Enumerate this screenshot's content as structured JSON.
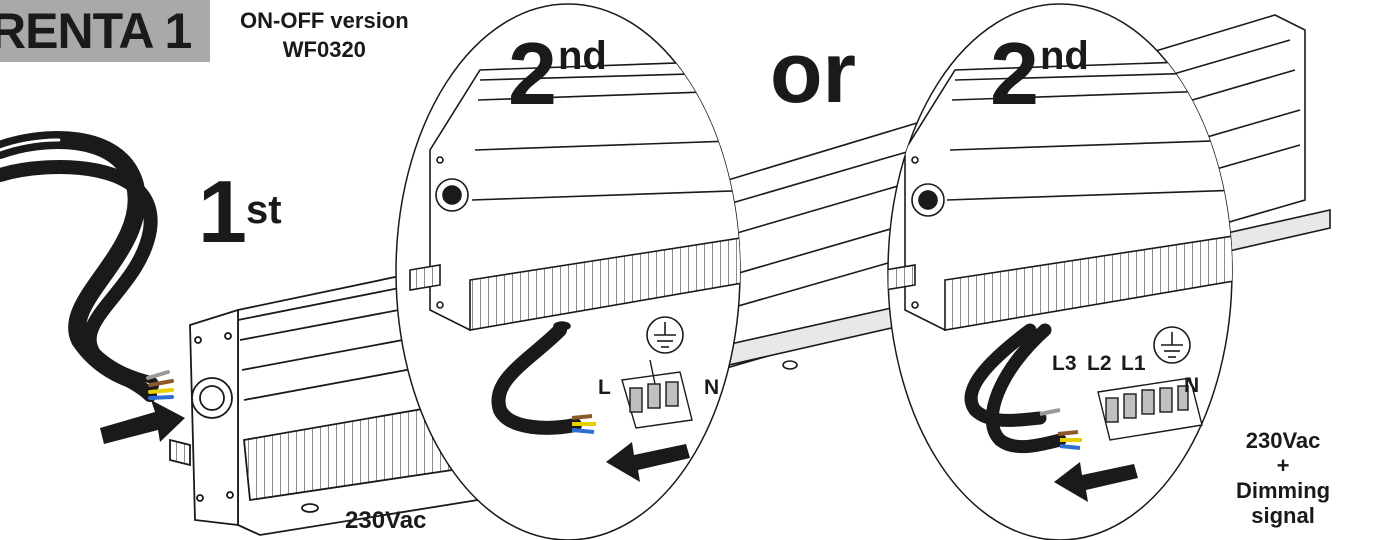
{
  "header": {
    "title": "RENTA 1",
    "version_line1": "ON-OFF version",
    "version_line2": "WF0320"
  },
  "steps": {
    "first": {
      "num": "1",
      "sup": "st"
    },
    "second_a": {
      "num": "2",
      "sup": "nd"
    },
    "second_b": {
      "num": "2",
      "sup": "nd"
    },
    "or_label": "or"
  },
  "terminals_a": {
    "live": "L",
    "neutral": "N"
  },
  "terminals_b": {
    "l3": "L3",
    "l2": "L2",
    "l1": "L1",
    "neutral": "N"
  },
  "supply": {
    "onoff": "230Vac",
    "dim_line1": "230Vac",
    "dim_line2": "+",
    "dim_line3": "Dimming",
    "dim_line4": "signal"
  },
  "colors": {
    "ink": "#1a1a1a",
    "title_bg": "#a9a9a9",
    "wire_yellow": "#e6d000",
    "wire_blue": "#2e6fd6",
    "wire_brown": "#8a5a2b",
    "wire_grey": "#9a9a9a"
  }
}
